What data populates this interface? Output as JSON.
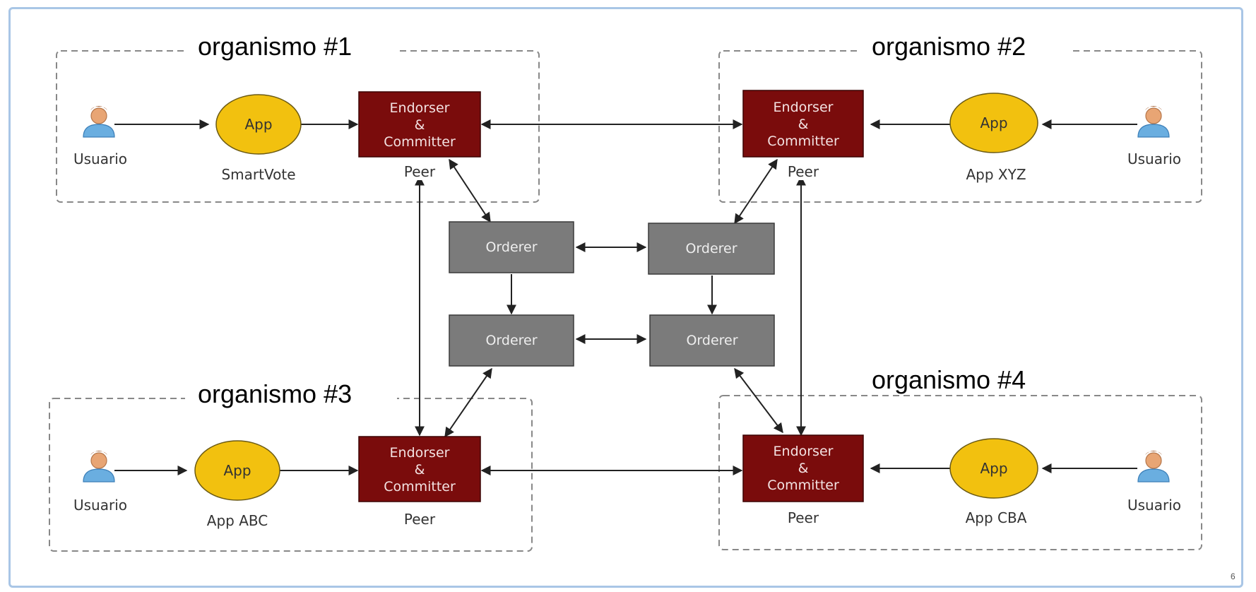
{
  "organisms": [
    {
      "title": "organismo #1",
      "user": "Usuario",
      "app": "App",
      "app_name": "SmartVote",
      "peer_lines": [
        "Endorser",
        "&",
        "Committer"
      ],
      "peer_label": "Peer"
    },
    {
      "title": "organismo #2",
      "user": "Usuario",
      "app": "App",
      "app_name": "App XYZ",
      "peer_lines": [
        "Endorser",
        "&",
        "Committer"
      ],
      "peer_label": "Peer"
    },
    {
      "title": "organismo #3",
      "user": "Usuario",
      "app": "App",
      "app_name": "App ABC",
      "peer_lines": [
        "Endorser",
        "&",
        "Committer"
      ],
      "peer_label": "Peer"
    },
    {
      "title": "organismo #4",
      "user": "Usuario",
      "app": "App",
      "app_name": "App CBA",
      "peer_lines": [
        "Endorser",
        "&",
        "Committer"
      ],
      "peer_label": "Peer"
    }
  ],
  "orderers": [
    "Orderer",
    "Orderer",
    "Orderer",
    "Orderer"
  ],
  "page_number": "6",
  "colors": {
    "peer_fill": "#7a0c0c",
    "orderer_fill": "#7b7b7b",
    "app_fill": "#f2c10f",
    "user_skin": "#e8a574",
    "user_body": "#6aaee0",
    "frame": "#a9c6e6"
  }
}
